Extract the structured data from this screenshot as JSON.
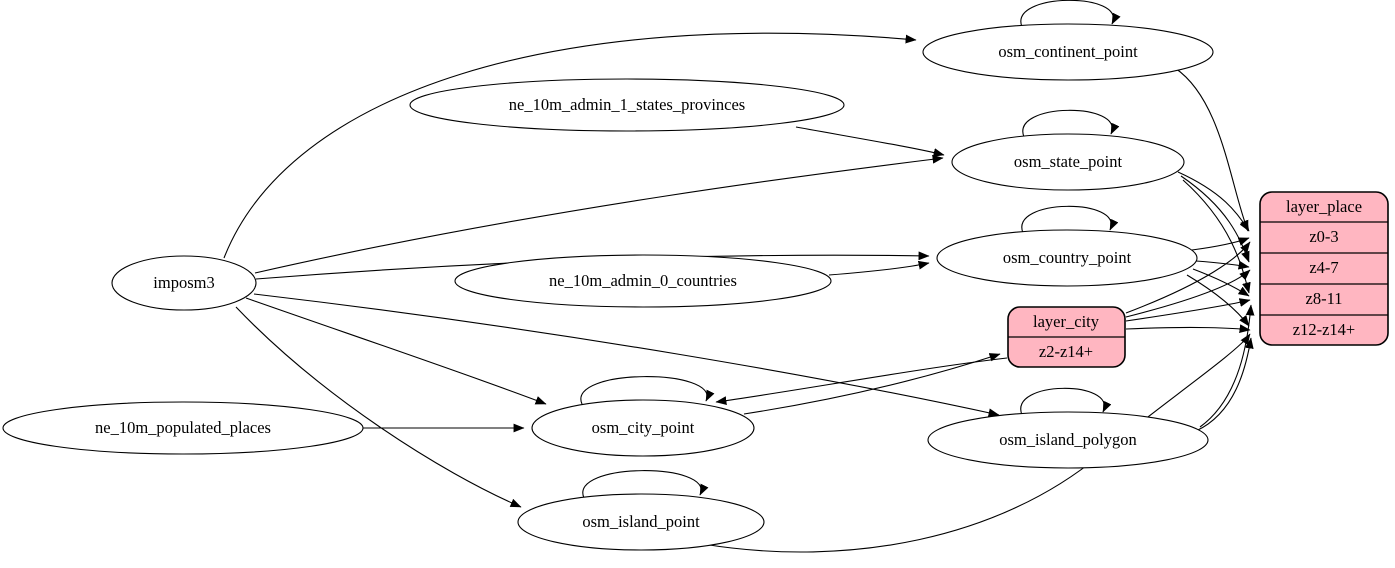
{
  "diagram": {
    "background": "#ffffff",
    "node_fill": "#ffffff",
    "record_fill": "#ffb6c1",
    "stroke_color": "#000000"
  },
  "nodes": {
    "imposm3": {
      "label": "imposm3"
    },
    "ne_10m_admin_1_states_provinces": {
      "label": "ne_10m_admin_1_states_provinces"
    },
    "ne_10m_admin_0_countries": {
      "label": "ne_10m_admin_0_countries"
    },
    "ne_10m_populated_places": {
      "label": "ne_10m_populated_places"
    },
    "osm_continent_point": {
      "label": "osm_continent_point"
    },
    "osm_state_point": {
      "label": "osm_state_point"
    },
    "osm_country_point": {
      "label": "osm_country_point"
    },
    "osm_city_point": {
      "label": "osm_city_point"
    },
    "osm_island_polygon": {
      "label": "osm_island_polygon"
    },
    "osm_island_point": {
      "label": "osm_island_point"
    },
    "layer_city": {
      "title": "layer_city",
      "rows": [
        "z2-z14+"
      ]
    },
    "layer_place": {
      "title": "layer_place",
      "rows": [
        "z0-3",
        "z4-7",
        "z8-11",
        "z12-z14+"
      ]
    }
  },
  "edges": [
    {
      "from": "imposm3",
      "to": "osm_continent_point"
    },
    {
      "from": "imposm3",
      "to": "osm_state_point"
    },
    {
      "from": "imposm3",
      "to": "osm_country_point"
    },
    {
      "from": "imposm3",
      "to": "osm_city_point"
    },
    {
      "from": "imposm3",
      "to": "osm_island_polygon"
    },
    {
      "from": "imposm3",
      "to": "osm_island_point"
    },
    {
      "from": "ne_10m_admin_1_states_provinces",
      "to": "osm_state_point"
    },
    {
      "from": "ne_10m_admin_0_countries",
      "to": "osm_country_point"
    },
    {
      "from": "ne_10m_populated_places",
      "to": "osm_city_point"
    },
    {
      "from": "osm_continent_point",
      "to": "osm_continent_point"
    },
    {
      "from": "osm_state_point",
      "to": "osm_state_point"
    },
    {
      "from": "osm_country_point",
      "to": "osm_country_point"
    },
    {
      "from": "osm_city_point",
      "to": "osm_city_point"
    },
    {
      "from": "osm_island_polygon",
      "to": "osm_island_polygon"
    },
    {
      "from": "osm_island_point",
      "to": "osm_island_point"
    },
    {
      "from": "osm_continent_point",
      "to": "layer_place:z0-3"
    },
    {
      "from": "osm_state_point",
      "to": "layer_place:z0-3"
    },
    {
      "from": "osm_state_point",
      "to": "layer_place:z4-7"
    },
    {
      "from": "osm_state_point",
      "to": "layer_place:z8-11"
    },
    {
      "from": "osm_country_point",
      "to": "layer_place:z0-3"
    },
    {
      "from": "osm_country_point",
      "to": "layer_place:z4-7"
    },
    {
      "from": "osm_country_point",
      "to": "layer_place:z8-11"
    },
    {
      "from": "osm_country_point",
      "to": "layer_place:z12-z14+"
    },
    {
      "from": "osm_city_point",
      "to": "layer_city:z2-z14+"
    },
    {
      "from": "layer_city",
      "to": "osm_city_point"
    },
    {
      "from": "layer_city",
      "to": "layer_place:z0-3"
    },
    {
      "from": "layer_city",
      "to": "layer_place:z4-7"
    },
    {
      "from": "layer_city",
      "to": "layer_place:z8-11"
    },
    {
      "from": "layer_city",
      "to": "layer_place:z12-z14+"
    },
    {
      "from": "osm_island_polygon",
      "to": "layer_place:z8-11"
    },
    {
      "from": "osm_island_polygon",
      "to": "layer_place:z12-z14+"
    },
    {
      "from": "osm_island_point",
      "to": "layer_place:z12-z14+"
    }
  ]
}
